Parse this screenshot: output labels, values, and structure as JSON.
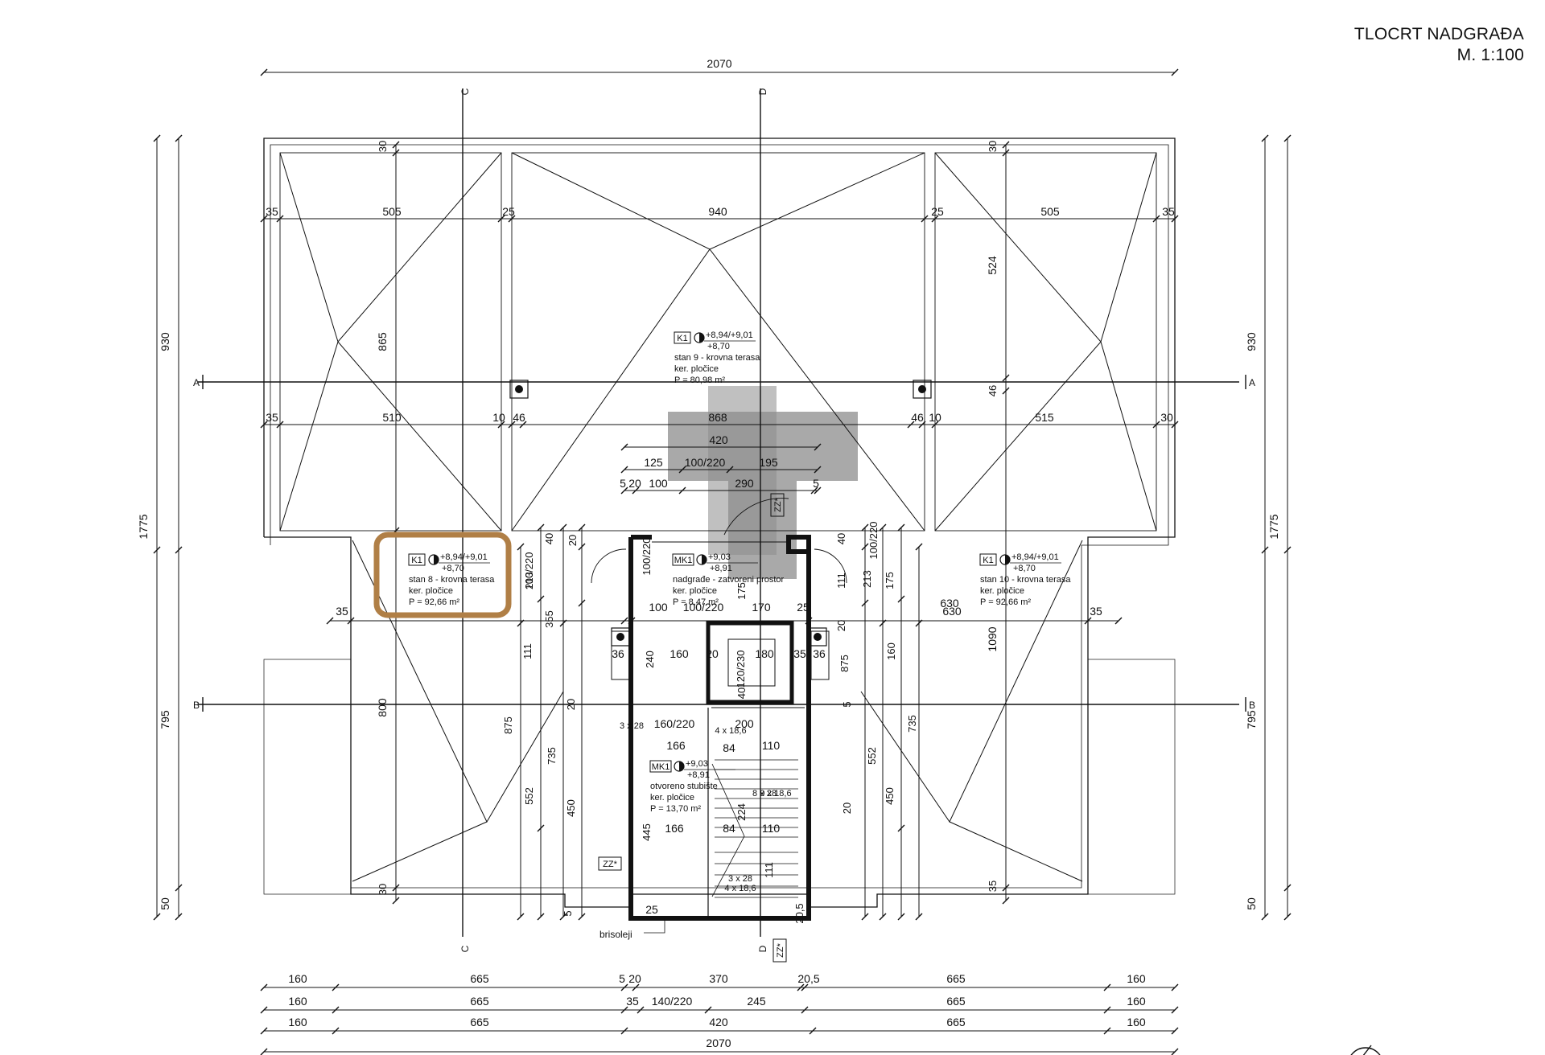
{
  "drawing": {
    "title": "TLOCRT NADGRAĐA",
    "scale": "M. 1:100"
  },
  "colors": {
    "line": "#111111",
    "highlight": "#b07f46",
    "watermark": "#8c8c8c"
  },
  "section_markers": {
    "A": "A",
    "B": "B",
    "C": "C",
    "D": "D"
  },
  "top_dims": {
    "total": "2070",
    "row1": [
      "35",
      "505",
      "25",
      "940",
      "25",
      "505",
      "35"
    ],
    "row2": [
      "35",
      "510",
      "10",
      "46",
      "868",
      "46",
      "10",
      "515",
      "30"
    ],
    "row3": [
      "420"
    ],
    "row4": [
      "125",
      "100/220",
      "195"
    ],
    "row5": [
      "5",
      "20",
      "100",
      "290",
      "5"
    ]
  },
  "bottom_dims": {
    "row1": [
      "160",
      "665",
      "5",
      "20",
      "370",
      "20,5",
      "665",
      "160"
    ],
    "row2": [
      "160",
      "665",
      "35",
      "140/220",
      "245",
      "665",
      "160"
    ],
    "row3": [
      "160",
      "665",
      "420",
      "665",
      "160"
    ],
    "total": "2070"
  },
  "side_dims": {
    "outer": [
      "930",
      "1775",
      "795",
      "50"
    ],
    "left_inner": [
      "30",
      "865",
      "800",
      "30"
    ],
    "right_inner": [
      "30",
      "524",
      "46",
      "1090",
      "35"
    ],
    "right_outer": [
      "930",
      "1775",
      "795",
      "50"
    ]
  },
  "inner_dims": [
    "35",
    "630",
    "35",
    "630",
    "40",
    "100/220",
    "213",
    "355",
    "111",
    "875",
    "735",
    "552",
    "450",
    "20",
    "20",
    "5",
    "100/220",
    "175",
    "100",
    "100/220",
    "170",
    "25",
    "20",
    "36",
    "240",
    "160",
    "20",
    "180",
    "35",
    "36",
    "120/230",
    "40",
    "160/220",
    "200",
    "3 x 28",
    "4 x 18,6",
    "166",
    "84",
    "110",
    "8 x 28",
    "9 x 18,6",
    "224",
    "445",
    "166",
    "84",
    "110",
    "111",
    "3 x 28",
    "4 x 18,6",
    "25",
    "20,5",
    "40",
    "100/220",
    "213",
    "175",
    "111",
    "160",
    "875",
    "735",
    "552",
    "450",
    "20",
    "5"
  ],
  "rooms": [
    {
      "code": "K1",
      "levels": "+8,94/+9,01",
      "sublevel": "+8,70",
      "name": "stan 8 - krovna terasa",
      "finish": "ker. pločice",
      "area": "P = 92,66 m²"
    },
    {
      "code": "K1",
      "levels": "+8,94/+9,01",
      "sublevel": "+8,70",
      "name": "stan 9 - krovna terasa",
      "finish": "ker. pločice",
      "area": "P = 80,98 m²"
    },
    {
      "code": "K1",
      "levels": "+8,94/+9,01",
      "sublevel": "+8,70",
      "name": "stan 10 - krovna terasa",
      "finish": "ker. pločice",
      "area": "P = 92,66 m²"
    },
    {
      "code": "MK1",
      "levels": "+9,03",
      "sublevel": "+8,91",
      "name": "nadgrađe - zatvoreni prostor",
      "finish": "ker. pločice",
      "area": "P = 8,47 m²"
    },
    {
      "code": "MK1",
      "levels": "+9,03",
      "sublevel": "+8,91",
      "name": "otvoreno stubište",
      "finish": "ker. pločice",
      "area": "P = 13,70 m²"
    }
  ],
  "tags": {
    "zz_top": "ZZ*",
    "zz_left": "ZZ*",
    "zz_bottom": "ZZ*",
    "brisoleji": "brisoleji"
  }
}
